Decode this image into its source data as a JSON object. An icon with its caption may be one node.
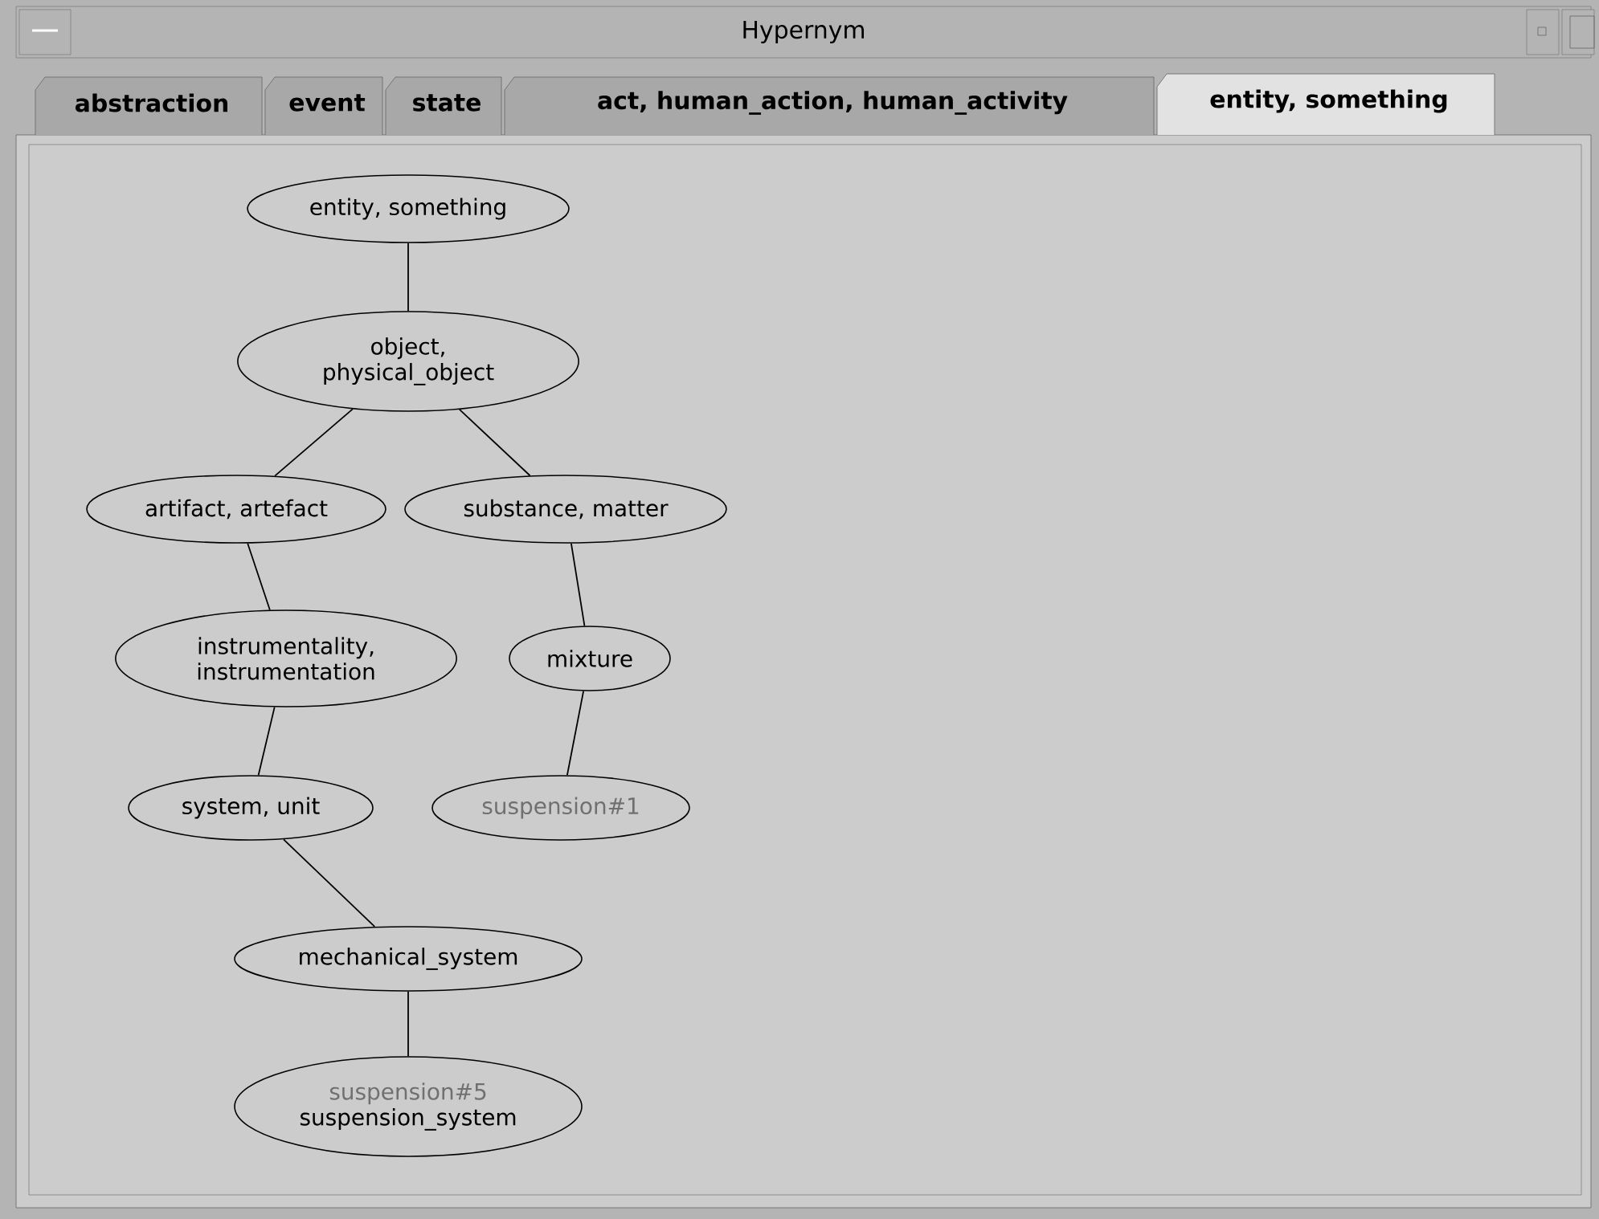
{
  "diagram": {
    "title": "Hypernym",
    "nodes": [
      {
        "text": [
          "entity, something"
        ]
      },
      {
        "text": [
          "object, physical_object"
        ]
      },
      {
        "text": [
          "artifact, artefact"
        ]
      },
      {
        "text": [
          "substance, matter"
        ]
      },
      {
        "text": [
          "instrumentality, instrumentation"
        ]
      },
      {
        "text": [
          "mixture"
        ]
      },
      {
        "text": [
          "system, unit"
        ]
      },
      {
        "text": [
          "suspension#1"
        ]
      },
      {
        "text": [
          "mechanical_system"
        ]
      },
      {
        "text": [
          "suspension#5",
          "suspension_system"
        ]
      }
    ],
    "edges": [
      {
        "from": 0,
        "to": 1,
        "arrow": "none"
      },
      {
        "from": 1,
        "to": 2,
        "arrow": "none"
      },
      {
        "from": 1,
        "to": 3,
        "arrow": "none"
      },
      {
        "from": 2,
        "to": 4,
        "arrow": "none"
      },
      {
        "from": 3,
        "to": 5,
        "arrow": "none"
      },
      {
        "from": 4,
        "to": 6,
        "arrow": "none"
      },
      {
        "from": 5,
        "to": 7,
        "arrow": "none"
      },
      {
        "from": 6,
        "to": 8,
        "arrow": "none"
      },
      {
        "from": 8,
        "to": 9,
        "arrow": "none"
      }
    ],
    "labels": [
      "abstraction",
      "event",
      "state",
      "act, human_action, human_activity",
      "entity, something"
    ]
  }
}
